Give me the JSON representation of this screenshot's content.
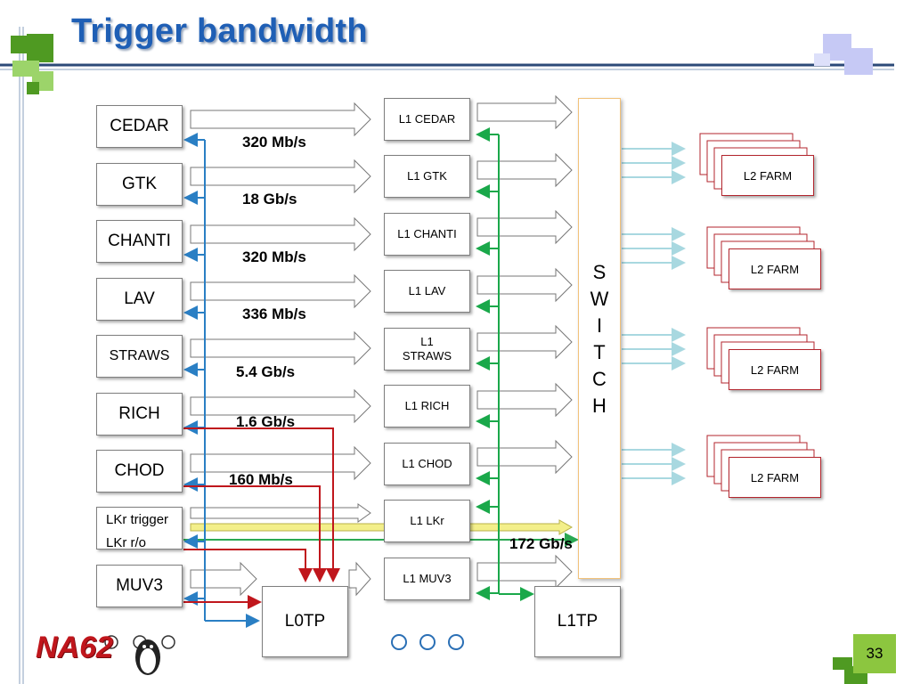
{
  "title": "Trigger bandwidth",
  "detectors": [
    "CEDAR",
    "GTK",
    "CHANTI",
    "LAV",
    "STRAWS",
    "RICH",
    "CHOD",
    "LKr trigger",
    "MUV3"
  ],
  "lkr_overlap_text": "LKr r/o",
  "rates": [
    "320 Mb/s",
    "18 Gb/s",
    "320 Mb/s",
    "336 Mb/s",
    "5.4 Gb/s",
    "1.6 Gb/s",
    "160 Mb/s"
  ],
  "l1_boxes": [
    "L1 CEDAR",
    "L1 GTK",
    "L1 CHANTI",
    "L1 LAV",
    "L1 STRAWS",
    "L1 RICH",
    "L1 CHOD",
    "L1 LKr",
    "L1 MUV3"
  ],
  "switch_label": "S\nW\nI\nT\nC\nH",
  "farm_label": "L2 FARM",
  "lkr_rate": "172 Gb/s",
  "l0tp": "L0TP",
  "l1tp": "L1TP",
  "logo_text": "NA62",
  "page_number": "33",
  "colors": {
    "title": "#1f5fb5",
    "l0_lines": "#2a7fc4",
    "l1_lines": "#1aa84a",
    "l0_prims": "#c0161c",
    "farm_links": "#a8d8e0",
    "lkr_arrow": "#f3ef8a"
  }
}
